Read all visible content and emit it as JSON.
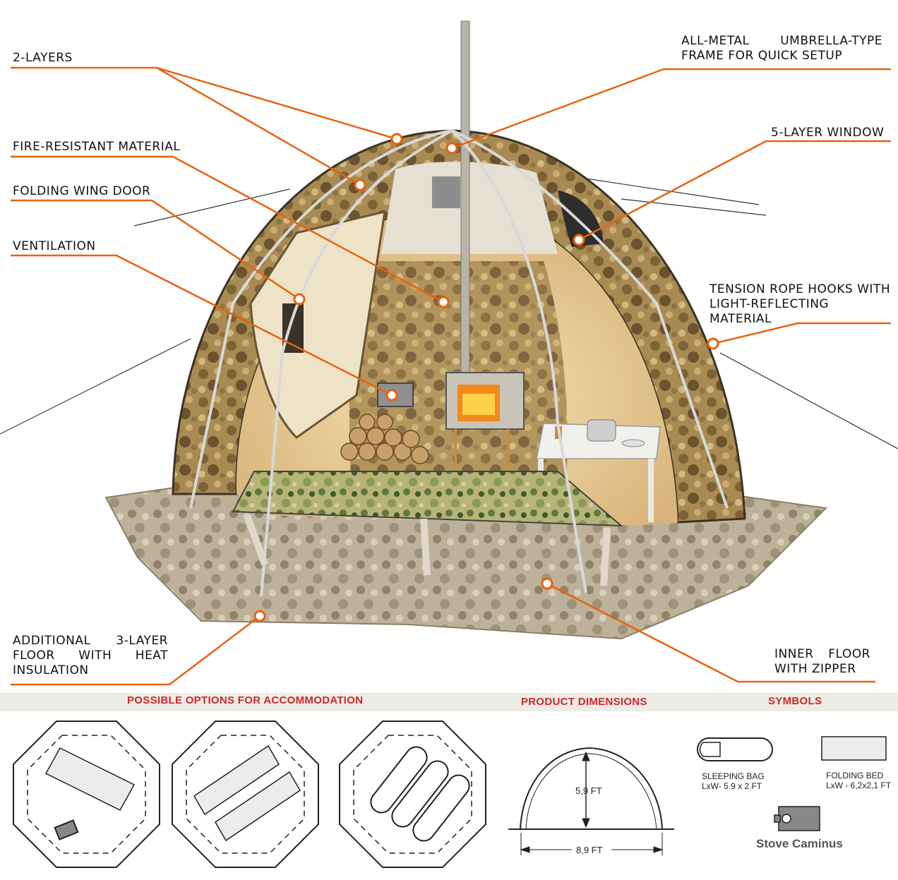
{
  "callouts": {
    "two_layers": "2-LAYERS",
    "fire_resistant": "FIRE-RESISTANT MATERIAL",
    "folding_door": "FOLDING WING DOOR",
    "ventilation": "VENTILATION",
    "frame_line1": "ALL-METAL UMBRELLA-TYPE",
    "frame_line2": "FRAME FOR QUICK SETUP",
    "window": "5-LAYER WINDOW",
    "hooks_line1": "TENSION ROPE HOOKS WITH",
    "hooks_line2": "LIGHT-REFLECTING",
    "hooks_line3": "MATERIAL",
    "floor_line1": "ADDITIONAL 3-LAYER",
    "floor_line2": "FLOOR WITH HEAT",
    "floor_line3": "INSULATION",
    "inner_line1": "INNER FLOOR",
    "inner_line2": "WITH ZIPPER"
  },
  "sections": {
    "options": "POSSIBLE OPTIONS FOR ACCOMMODATION",
    "dimensions": "PRODUCT DIMENSIONS",
    "symbols": "SYMBOLS"
  },
  "dimensions": {
    "height": "5,9 FT",
    "width": "8,9 FT"
  },
  "symbols": {
    "sleeping_bag_name": "SLEEPING BAG",
    "sleeping_bag_size": "LxW- 5.9 x 2 FT",
    "folding_bed_name": "FOLDING BED",
    "folding_bed_size": "LxW - 6,2x2,1 FT",
    "stove_name": "Stove Caminus"
  },
  "colors": {
    "accent_orange": "#e8620e",
    "section_red": "#cc2a2a",
    "band_grey": "#ecebe6"
  }
}
